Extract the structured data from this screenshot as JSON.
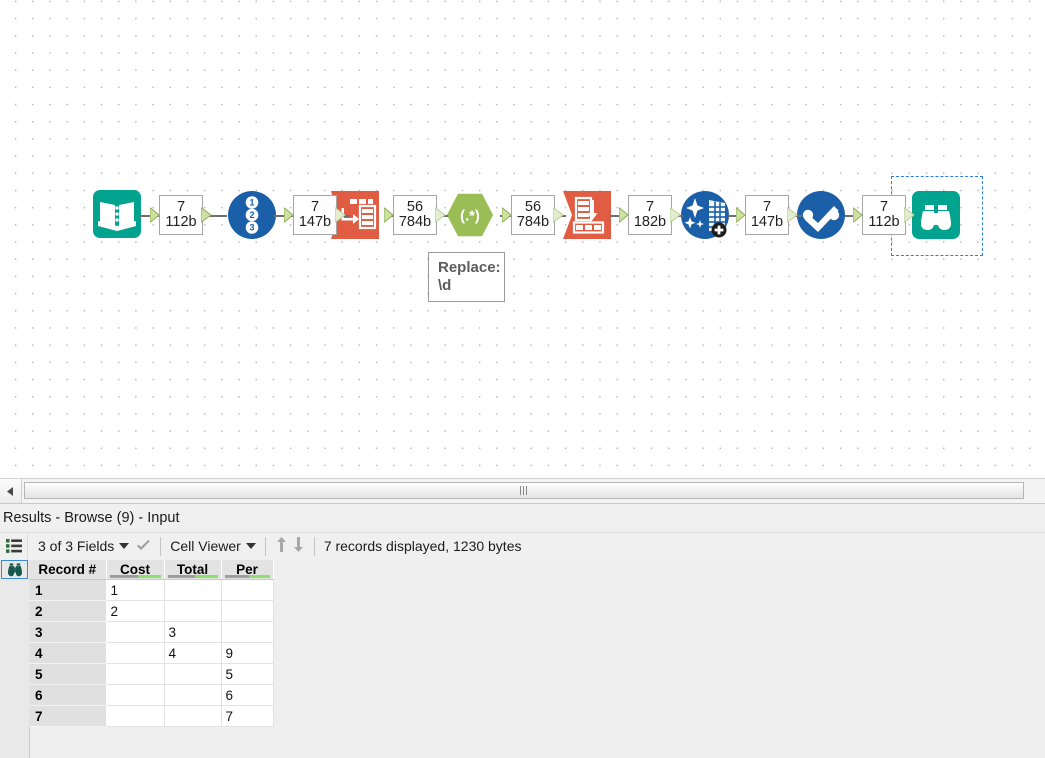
{
  "canvas": {
    "tools": [
      {
        "id": "input-data",
        "name": "input-data-tool",
        "icon": "open-book-icon",
        "color": "#00a38d"
      },
      {
        "id": "record-id",
        "name": "record-id-tool",
        "icon": "numbered-list-icon",
        "color": "#1a5fa8"
      },
      {
        "id": "transpose",
        "name": "transpose-tool",
        "icon": "transpose-icon",
        "color": "#e05c43"
      },
      {
        "id": "regex",
        "name": "regex-tool",
        "icon": "regex-icon",
        "color": "#9bbd56",
        "glyph": "(.*)"
      },
      {
        "id": "cross-tab",
        "name": "cross-tab-tool",
        "icon": "cross-tab-icon",
        "color": "#e05c43"
      },
      {
        "id": "data-cleansing",
        "name": "data-cleansing-tool",
        "icon": "data-cleansing-icon",
        "color": "#1a5fa8"
      },
      {
        "id": "select",
        "name": "select-tool",
        "icon": "check-select-icon",
        "color": "#1a5fa8"
      },
      {
        "id": "browse",
        "name": "browse-tool",
        "icon": "binoculars-icon",
        "color": "#00a38d"
      }
    ],
    "connections": [
      {
        "records": "7",
        "bytes": "112b"
      },
      {
        "records": "7",
        "bytes": "147b"
      },
      {
        "records": "56",
        "bytes": "784b"
      },
      {
        "records": "56",
        "bytes": "784b"
      },
      {
        "records": "7",
        "bytes": "182b"
      },
      {
        "records": "7",
        "bytes": "147b"
      },
      {
        "records": "7",
        "bytes": "112b"
      }
    ],
    "annotation": {
      "line1": "Replace:",
      "line2": "\\d"
    },
    "selected_tool": "browse"
  },
  "results": {
    "title": "Results - Browse (9) - Input",
    "toolbar": {
      "grid_icon": "list-view-icon",
      "fields_label": "3 of 3 Fields",
      "check_icon": "checkmark-icon",
      "viewer_label": "Cell Viewer",
      "sort_up_icon": "arrow-up-icon",
      "sort_down_icon": "arrow-down-icon",
      "status": "7 records displayed, 1230 bytes"
    },
    "grid": {
      "corner_icon": "binoculars-icon",
      "columns": [
        "Record #",
        "Cost",
        "Total",
        "Per"
      ],
      "rows": [
        {
          "record": "1",
          "cost": "1",
          "total": "",
          "per": ""
        },
        {
          "record": "2",
          "cost": "2",
          "total": "",
          "per": ""
        },
        {
          "record": "3",
          "cost": "",
          "total": "3",
          "per": ""
        },
        {
          "record": "4",
          "cost": "",
          "total": "4",
          "per": "9"
        },
        {
          "record": "5",
          "cost": "",
          "total": "",
          "per": "5"
        },
        {
          "record": "6",
          "cost": "",
          "total": "",
          "per": "6"
        },
        {
          "record": "7",
          "cost": "",
          "total": "",
          "per": "7"
        }
      ]
    }
  },
  "scrollbar": {
    "left_arrow_icon": "triangle-left-icon",
    "grip_icon": "grip-icon"
  }
}
